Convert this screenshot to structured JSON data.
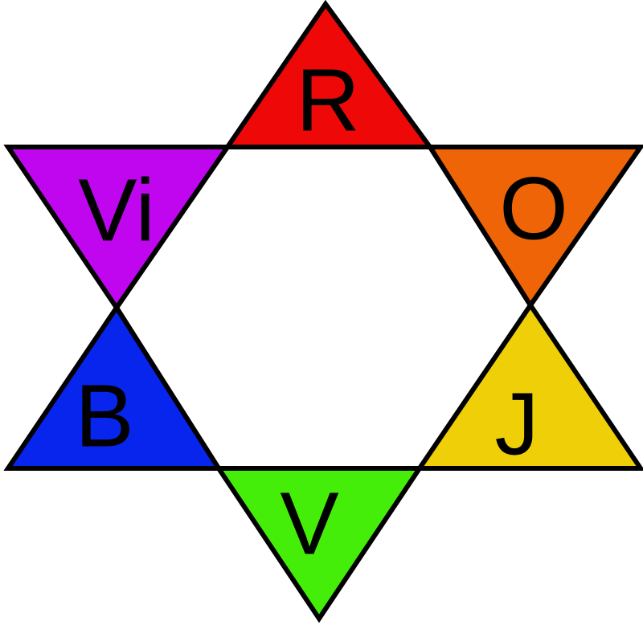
{
  "diagram": {
    "triangles": [
      {
        "id": "top",
        "label": "R",
        "color": "#ee0808"
      },
      {
        "id": "upper-right",
        "label": "O",
        "color": "#ef6406"
      },
      {
        "id": "lower-right",
        "label": "J",
        "color": "#eecf08"
      },
      {
        "id": "bottom",
        "label": "V",
        "color": "#45ee08"
      },
      {
        "id": "lower-left",
        "label": "B",
        "color": "#0825ee"
      },
      {
        "id": "upper-left",
        "label": "Vi",
        "color": "#bf06ef"
      }
    ],
    "center_color": "#ffffff",
    "outline_color": "#000000"
  }
}
